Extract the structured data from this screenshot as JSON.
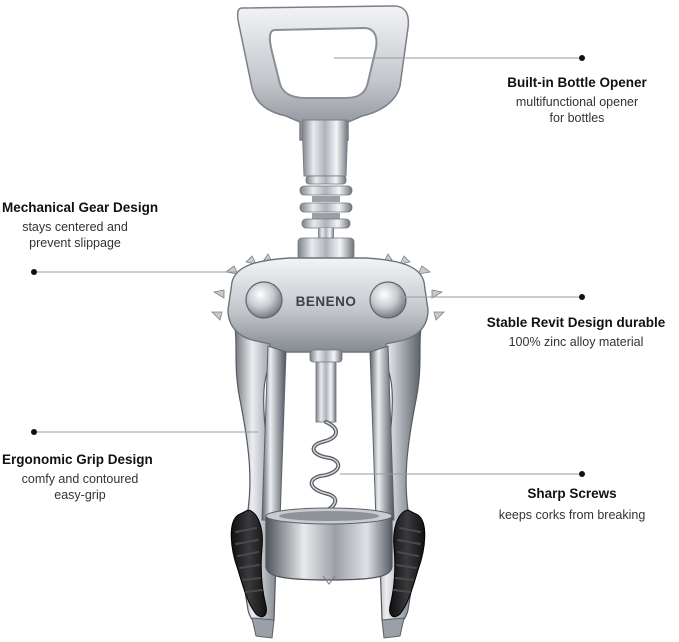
{
  "brand": "BENENO",
  "callouts": {
    "bottle_opener": {
      "title": "Built-in Bottle Opener",
      "desc": "multifunctional opener\nfor bottles"
    },
    "gear": {
      "title": "Mechanical Gear Design",
      "desc": "stays centered and\nprevent slippage"
    },
    "revit": {
      "title": "Stable Revit Design  durable",
      "desc": "100% zinc alloy material"
    },
    "grip": {
      "title": "Ergonomic Grip Design",
      "desc": "comfy and contoured\neasy-grip"
    },
    "screws": {
      "title": "Sharp Screws",
      "desc": "keeps corks from breaking"
    }
  },
  "colors": {
    "metal_light": "#f2f3f5",
    "metal_mid": "#b9bdc3",
    "metal_dark": "#6e737a",
    "grip": "#1d1d1f",
    "leader": "#9a9a9a",
    "dot": "#111111"
  }
}
